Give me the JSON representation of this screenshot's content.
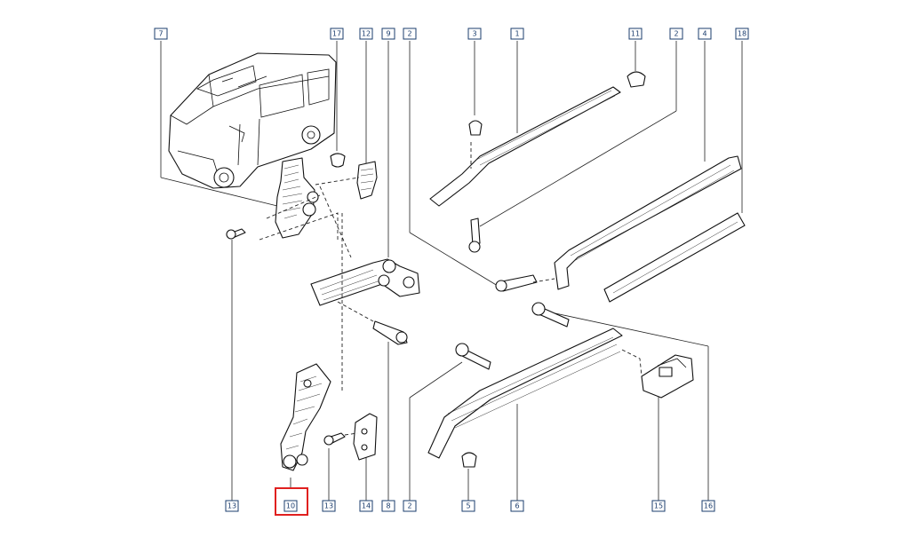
{
  "callouts": {
    "c7": "7",
    "c17": "17",
    "c12": "12",
    "c9": "9",
    "c2top": "2",
    "c3": "3",
    "c1": "1",
    "c11": "11",
    "c2top2": "2",
    "c4": "4",
    "c18": "18",
    "c13a": "13",
    "c10": "10",
    "c13b": "13",
    "c14": "14",
    "c8": "8",
    "c2bot": "2",
    "c5": "5",
    "c6": "6",
    "c15": "15",
    "c16": "16"
  },
  "highlight": {
    "target": "10",
    "color": "#e0201f"
  },
  "colors": {
    "callout_border": "#1b3d6e",
    "line": "#111111"
  }
}
